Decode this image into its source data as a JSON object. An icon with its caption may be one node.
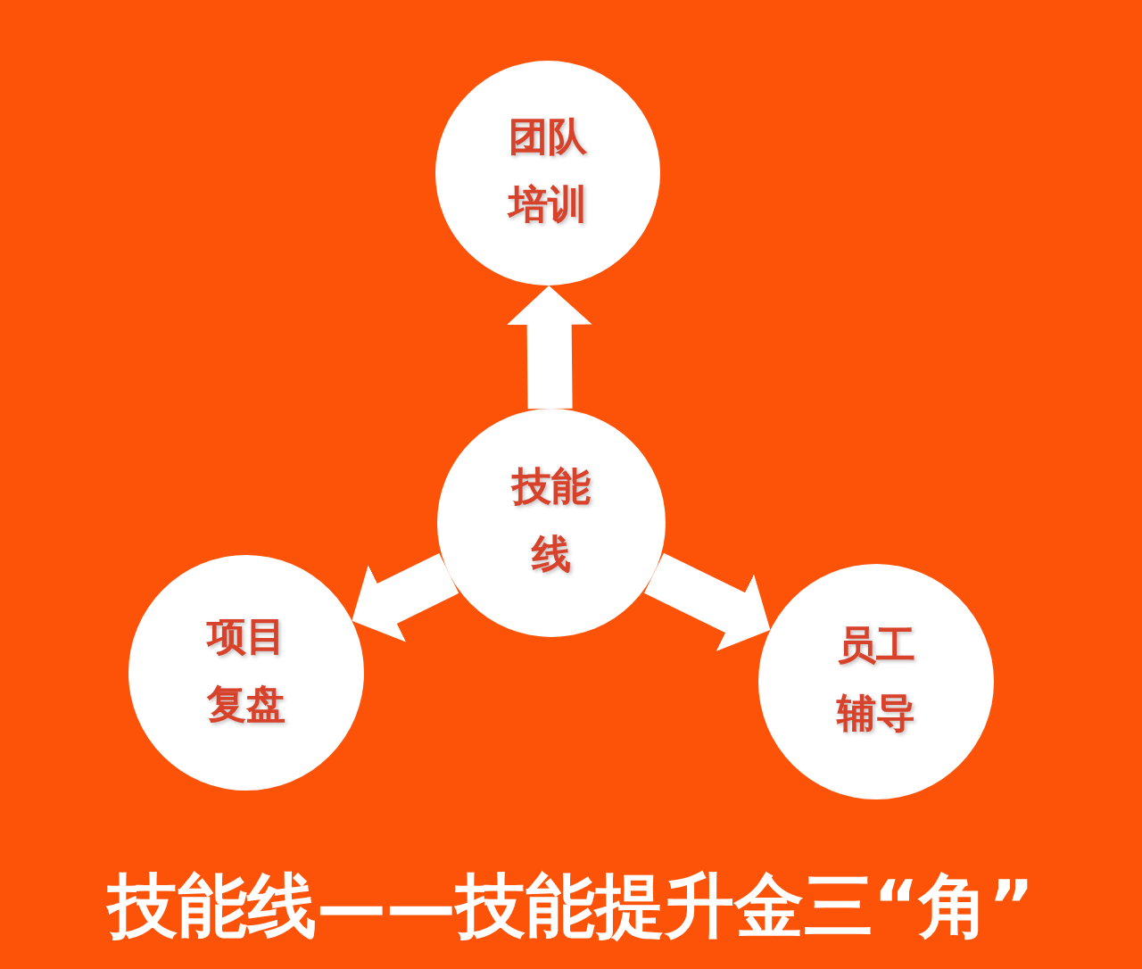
{
  "diagram": {
    "caption": "技能线——技能提升金三“角”",
    "nodes": [
      {
        "text": [
          "团队培训"
        ]
      },
      {
        "text": [
          "技能线"
        ]
      },
      {
        "text": [
          "项目复盘"
        ]
      },
      {
        "text": [
          "员工辅导"
        ]
      }
    ],
    "edges": [
      {
        "from": 1,
        "to": 0,
        "arrow": "to"
      },
      {
        "from": 1,
        "to": 2,
        "arrow": "to"
      },
      {
        "from": 1,
        "to": 3,
        "arrow": "to"
      }
    ]
  }
}
